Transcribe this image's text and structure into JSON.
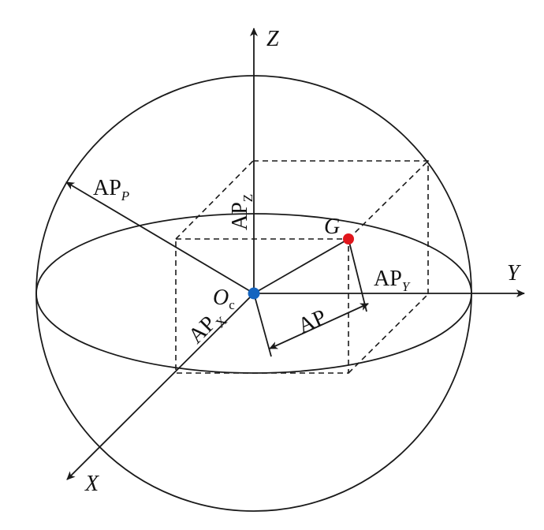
{
  "diagram": {
    "axes": {
      "z_label": "Z",
      "y_label": "Y",
      "x_label": "X"
    },
    "origin": {
      "main": "O",
      "subscript": "c",
      "color": "#1565c0"
    },
    "target_point": {
      "label": "G",
      "color": "#e0161c"
    },
    "dimensions": {
      "ap_p": {
        "main": "AP",
        "subscript": "P"
      },
      "ap_z": {
        "main": "AP",
        "subscript": "Z"
      },
      "ap_y": {
        "main": "AP",
        "subscript": "Y"
      },
      "ap_x": {
        "main": "AP",
        "subscript": "X"
      },
      "ap": {
        "main": "AP"
      }
    }
  }
}
